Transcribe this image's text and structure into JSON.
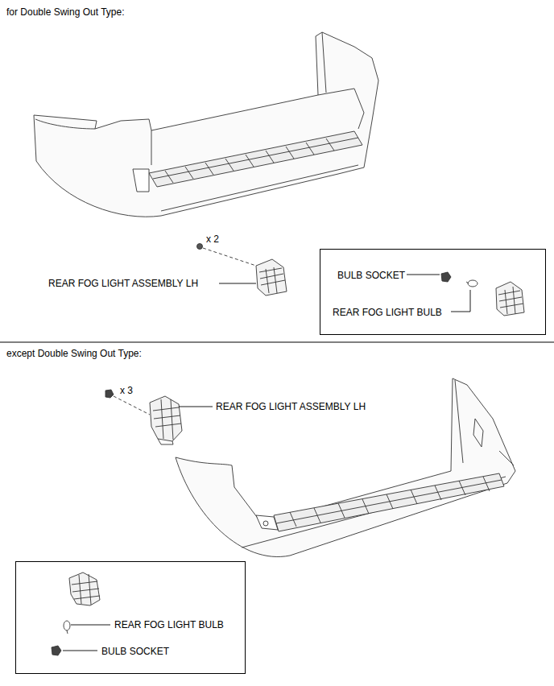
{
  "diagram": {
    "nodes": [
      {
        "text": [
          "BULB SOCKET",
          "REAR FOG LIGHT BULB"
        ]
      },
      {
        "text": [
          "REAR FOG LIGHT BULB",
          "BULB SOCKET"
        ]
      }
    ],
    "labels": [
      "for Double Swing Out Type:",
      "x 2",
      "REAR FOG LIGHT ASSEMBLY LH",
      "except Double Swing Out Type:",
      "x 3",
      "REAR FOG LIGHT ASSEMBLY LH"
    ]
  }
}
